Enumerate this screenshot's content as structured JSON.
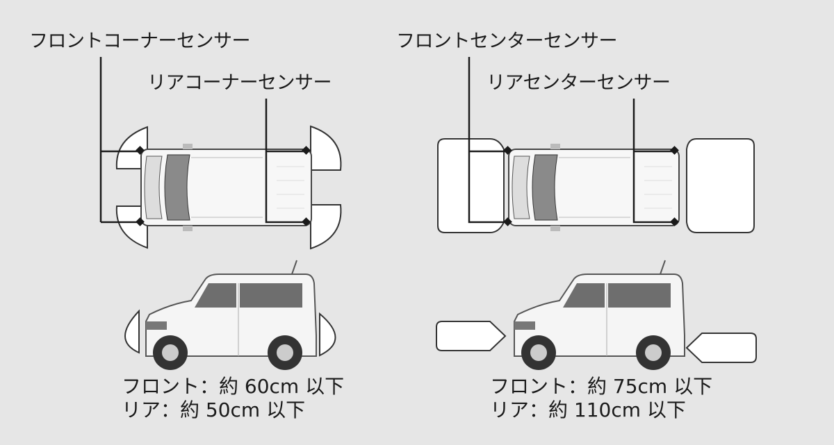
{
  "left_panel": {
    "front_sensor_label": "フロントコーナーセンサー",
    "rear_sensor_label": "リアコーナーセンサー",
    "front_range": "フロント：約 60cm 以下",
    "rear_range": "リア：約 50cm 以下"
  },
  "right_panel": {
    "front_sensor_label": "フロントセンターセンサー",
    "rear_sensor_label": "リアセンターセンサー",
    "front_range": "フロント：約 75cm 以下",
    "rear_range": "リア：約 110cm 以下"
  },
  "colors": {
    "background": "#e6e6e6",
    "zone_fill": "#ffffff",
    "line": "#1a1a1a"
  }
}
